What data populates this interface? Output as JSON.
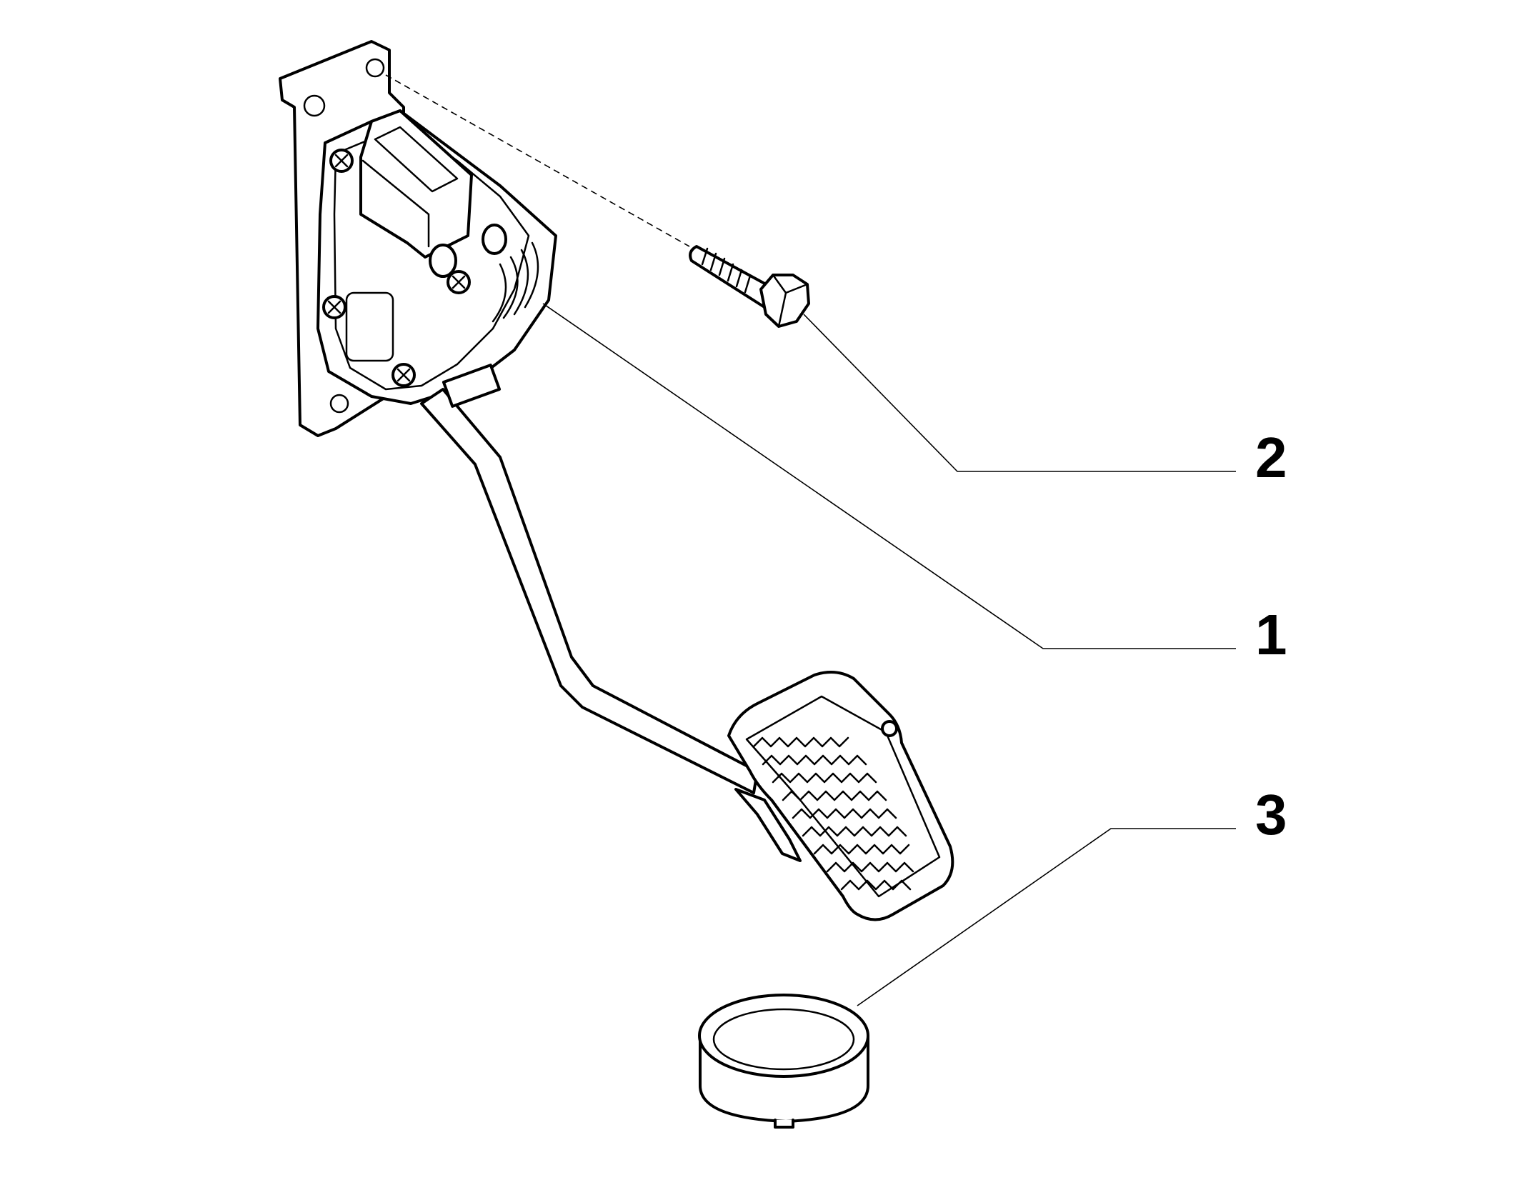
{
  "callouts": [
    {
      "number": "2"
    },
    {
      "number": "1"
    },
    {
      "number": "3"
    }
  ],
  "colors": {
    "line": "#000000",
    "background": "#ffffff"
  }
}
